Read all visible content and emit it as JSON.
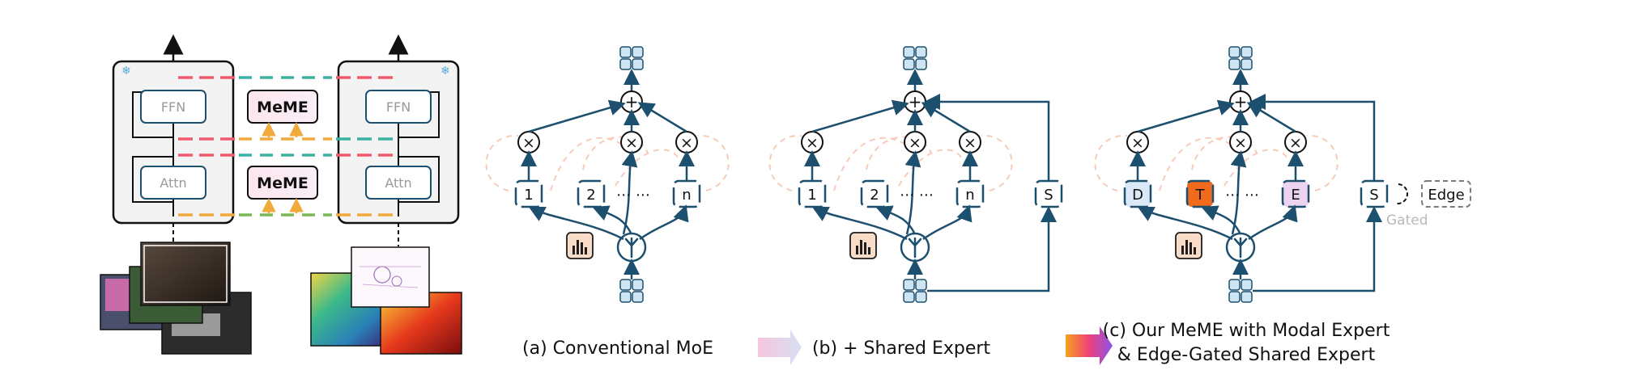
{
  "left_panel": {
    "blocks": [
      "FFN",
      "Attn"
    ],
    "meme_labels": [
      "MeME",
      "MeME"
    ],
    "frozen_icon": "snowflake-icon"
  },
  "moe_panels": [
    {
      "caption": "(a) Conventional MoE",
      "experts": [
        "1",
        "2",
        "n"
      ],
      "ellipsis": "⋯ ⋯",
      "plus": "+",
      "times": "×"
    },
    {
      "caption": "(b) + Shared Expert",
      "experts": [
        "1",
        "2",
        "n"
      ],
      "shared": "S",
      "ellipsis": "⋯ ⋯",
      "plus": "+",
      "times": "×"
    },
    {
      "caption_line1": "(c) Our MeME with Modal Expert",
      "caption_line2": "& Edge-Gated Shared Expert",
      "experts": [
        "D",
        "T",
        "E"
      ],
      "shared": "S",
      "edge": "Edge",
      "gated": "Gated",
      "ellipsis": "⋯ ⋯",
      "plus": "+",
      "times": "×"
    }
  ],
  "colors": {
    "dark_blue": "#1d4f6e",
    "meme_pink": "#fbe3ea",
    "expert_d": "#dbe8f7",
    "expert_t": "#f26a1b",
    "expert_e": "#ecd3ef",
    "token_fill": "#cfe4f3",
    "dashed_peach": "#f6cbb8"
  }
}
